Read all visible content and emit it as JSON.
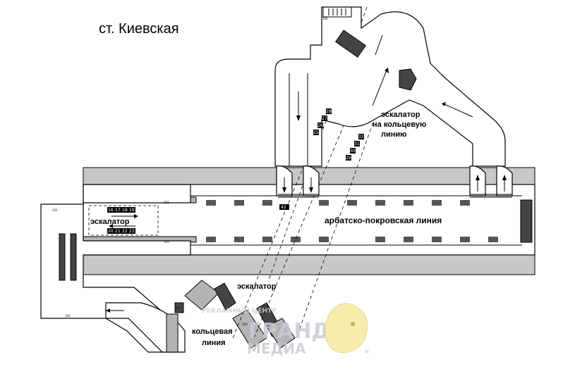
{
  "map": {
    "title": "ст. Киевская",
    "labels": {
      "escalator_to_ring": [
        "эскалатор",
        "на кольцевую",
        "линию"
      ],
      "escalator_lobby": "эскалатор",
      "line_name": "арбатско-покровская линия",
      "escalator_bottom": "эскалатор",
      "ring_line": [
        "кольцевая",
        "линия"
      ]
    },
    "ad_spots": {
      "top_row": [
        "16",
        "17",
        "18",
        "19"
      ],
      "bottom_row": [
        "20",
        "21",
        "22",
        "23"
      ],
      "diag_left": [
        "28",
        "27",
        "26",
        "25"
      ],
      "diag_right": [
        "32",
        "31",
        "30",
        "29"
      ],
      "platform": "42",
      "tiny": [
        "104",
        "102",
        "103",
        "101",
        "105",
        "33",
        "100"
      ]
    },
    "watermark": {
      "top": "РЕКЛАМНЫЙ ЦЕНТР",
      "middle": "ГРАНД",
      "bottom": "МЕДИА",
      "reg": "®"
    }
  }
}
